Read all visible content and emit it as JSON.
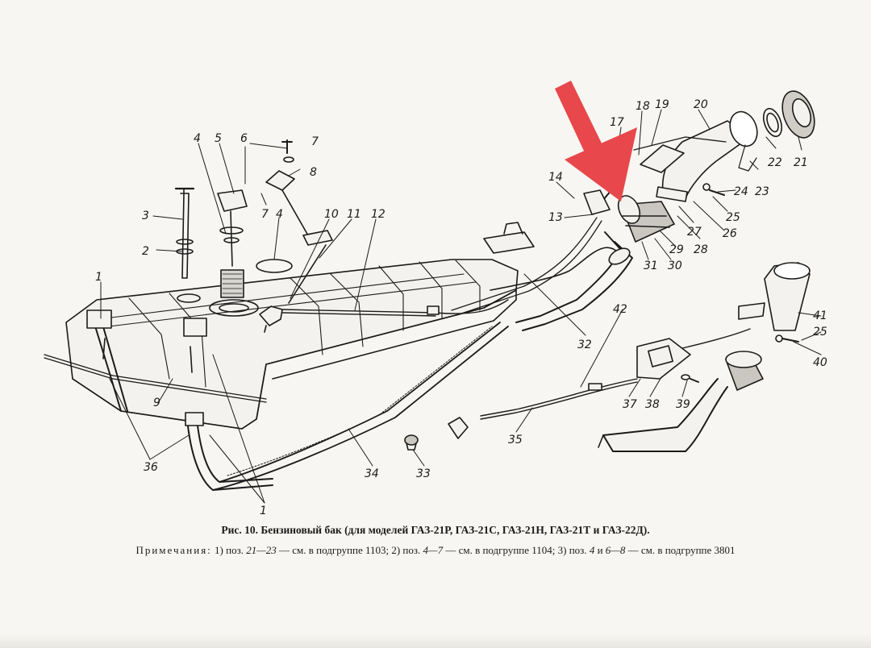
{
  "caption": {
    "title": "Рис. 10. Бензиновый бак (для моделей ГАЗ-21Р, ГАЗ-21С, ГАЗ-21Н, ГАЗ-21Т и ГАЗ-22Д).",
    "note_label": "Примечания:",
    "note_1_pre": " 1) поз. ",
    "note_1_ref": "21—23",
    "note_1_post": " — см. в подгруппе 1103; 2) поз. ",
    "note_2_ref": "4—7",
    "note_2_post": " — см. в подгруппе 1104; 3) поз. ",
    "note_3_ref_a": "4",
    "note_3_mid": " и ",
    "note_3_ref_b": "6—8",
    "note_3_post": " — см. в подгруппе 3801"
  },
  "callouts": [
    {
      "id": "c1a",
      "text": "1"
    },
    {
      "id": "c1b",
      "text": "1"
    },
    {
      "id": "c2",
      "text": "2"
    },
    {
      "id": "c3",
      "text": "3"
    },
    {
      "id": "c4a",
      "text": "4"
    },
    {
      "id": "c4b",
      "text": "4"
    },
    {
      "id": "c5",
      "text": "5"
    },
    {
      "id": "c6",
      "text": "6"
    },
    {
      "id": "c7a",
      "text": "7"
    },
    {
      "id": "c7b",
      "text": "7"
    },
    {
      "id": "c8",
      "text": "8"
    },
    {
      "id": "c9",
      "text": "9"
    },
    {
      "id": "c10",
      "text": "10"
    },
    {
      "id": "c11",
      "text": "11"
    },
    {
      "id": "c12",
      "text": "12"
    },
    {
      "id": "c13",
      "text": "13"
    },
    {
      "id": "c14",
      "text": "14"
    },
    {
      "id": "c17",
      "text": "17"
    },
    {
      "id": "c18",
      "text": "18"
    },
    {
      "id": "c19",
      "text": "19"
    },
    {
      "id": "c20",
      "text": "20"
    },
    {
      "id": "c21",
      "text": "21"
    },
    {
      "id": "c22",
      "text": "22"
    },
    {
      "id": "c23",
      "text": "23"
    },
    {
      "id": "c24",
      "text": "24"
    },
    {
      "id": "c25a",
      "text": "25"
    },
    {
      "id": "c25b",
      "text": "25"
    },
    {
      "id": "c26",
      "text": "26"
    },
    {
      "id": "c27",
      "text": "27"
    },
    {
      "id": "c28",
      "text": "28"
    },
    {
      "id": "c29",
      "text": "29"
    },
    {
      "id": "c30",
      "text": "30"
    },
    {
      "id": "c31",
      "text": "31"
    },
    {
      "id": "c32",
      "text": "32"
    },
    {
      "id": "c33",
      "text": "33"
    },
    {
      "id": "c34",
      "text": "34"
    },
    {
      "id": "c35",
      "text": "35"
    },
    {
      "id": "c36",
      "text": "36"
    },
    {
      "id": "c37",
      "text": "37"
    },
    {
      "id": "c38",
      "text": "38"
    },
    {
      "id": "c39",
      "text": "39"
    },
    {
      "id": "c40",
      "text": "40"
    },
    {
      "id": "c41",
      "text": "41"
    },
    {
      "id": "c42",
      "text": "42"
    }
  ],
  "colors": {
    "ink": "#1b1b1b",
    "paper": "#f7f6f2",
    "arrow": "#e8474b"
  }
}
